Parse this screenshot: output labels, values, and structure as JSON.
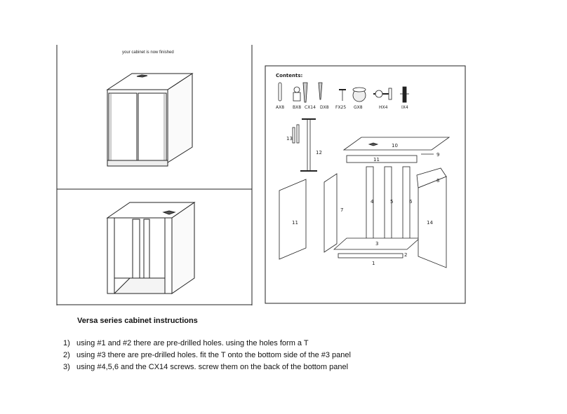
{
  "finished_panel": {
    "caption": "your cabinet is now finished"
  },
  "contents_panel": {
    "heading": "Contents:",
    "hardware": [
      {
        "code": "AX8",
        "icon": "dowel-icon"
      },
      {
        "code": "BX8",
        "icon": "cam-lock-icon"
      },
      {
        "code": "CX14",
        "icon": "long-screw-icon"
      },
      {
        "code": "DX8",
        "icon": "screw-icon"
      },
      {
        "code": "FX25",
        "icon": "small-nail-icon"
      },
      {
        "code": "GX8",
        "icon": "cam-nut-icon"
      },
      {
        "code": "HX4",
        "icon": "hinge-icon"
      },
      {
        "code": "IX4",
        "icon": "knob-icon"
      }
    ],
    "parts": [
      "1",
      "2",
      "3",
      "4",
      "5",
      "6",
      "7",
      "8",
      "9",
      "10",
      "11",
      "11",
      "12",
      "13",
      "14"
    ]
  },
  "document": {
    "title": "Versa series cabinet instructions",
    "steps": [
      {
        "num": "1)",
        "text": "using #1 and #2 there are pre-drilled holes. using the holes form a T"
      },
      {
        "num": "2)",
        "text": "using #3 there are pre-drilled holes. fit the T onto the bottom side of the #3 panel"
      },
      {
        "num": "3)",
        "text": "using #4,5,6 and the CX14 screws. screw them on the back of the bottom panel"
      }
    ]
  }
}
